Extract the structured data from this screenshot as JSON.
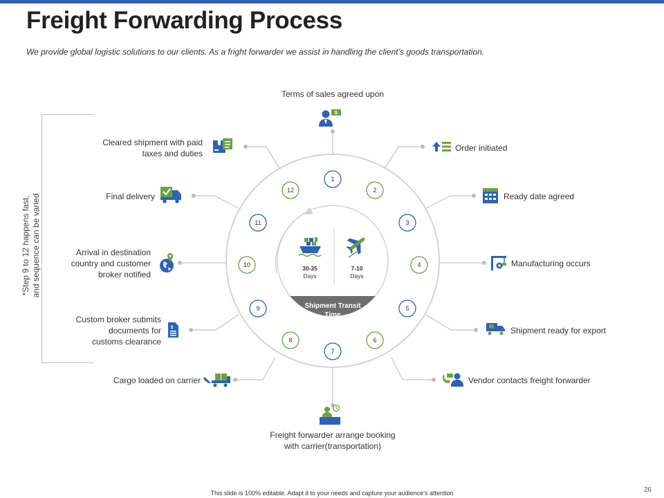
{
  "slide": {
    "title": "Freight Forwarding Process",
    "subtitle": "We provide global logistic solutions to our clients. As a fright forwarder  we assist in handling the client’s goods transportation.",
    "footer": "This slide is 100% editable. Adapt it to your needs and capture your audience’s attention",
    "page_number": "26"
  },
  "steps": [
    {
      "num": "1",
      "label": "Terms of sales agreed upon",
      "icon": "person-money-icon"
    },
    {
      "num": "2",
      "label": "Order initiated",
      "icon": "arrow-list-icon"
    },
    {
      "num": "3",
      "label": "Ready date agreed",
      "icon": "calendar-icon"
    },
    {
      "num": "4",
      "label": "Manufacturing occurs",
      "icon": "crane-gear-icon"
    },
    {
      "num": "5",
      "label": "Shipment ready for export",
      "icon": "truck-box-icon"
    },
    {
      "num": "6",
      "label": "Vendor contacts freight forwarder",
      "icon": "phone-person-icon"
    },
    {
      "num": "7",
      "label_lines": [
        "Freight forwarder  arrange booking",
        "with carrier(transportation)"
      ],
      "icon": "desk-worker-icon"
    },
    {
      "num": "8",
      "label": "Cargo loaded on carrier",
      "icon": "forklift-icon"
    },
    {
      "num": "9",
      "label_lines": [
        "Custom broker submits",
        "documents for",
        "customs clearance"
      ],
      "icon": "document-icon"
    },
    {
      "num": "10",
      "label_lines": [
        "Arrival  in destination",
        "country and customer",
        "broker notified"
      ],
      "icon": "globe-pin-icon"
    },
    {
      "num": "11",
      "label": "Final delivery",
      "icon": "delivery-truck-icon"
    },
    {
      "num": "12",
      "label_lines": [
        "Cleared shipment with paid",
        "taxes and duties"
      ],
      "icon": "box-document-icon"
    }
  ],
  "center": {
    "sea_time": "30-35",
    "air_time": "7-10",
    "unit": "Days",
    "caption_lines": [
      "Shipment Transit",
      "Time"
    ]
  },
  "side_note_lines": [
    "*Step 9 to 12 happens fast,",
    "and sequence can be varied"
  ],
  "colors": {
    "blue": "#2e62b8",
    "green": "#6ca33d",
    "grey": "#7a7a7a"
  }
}
